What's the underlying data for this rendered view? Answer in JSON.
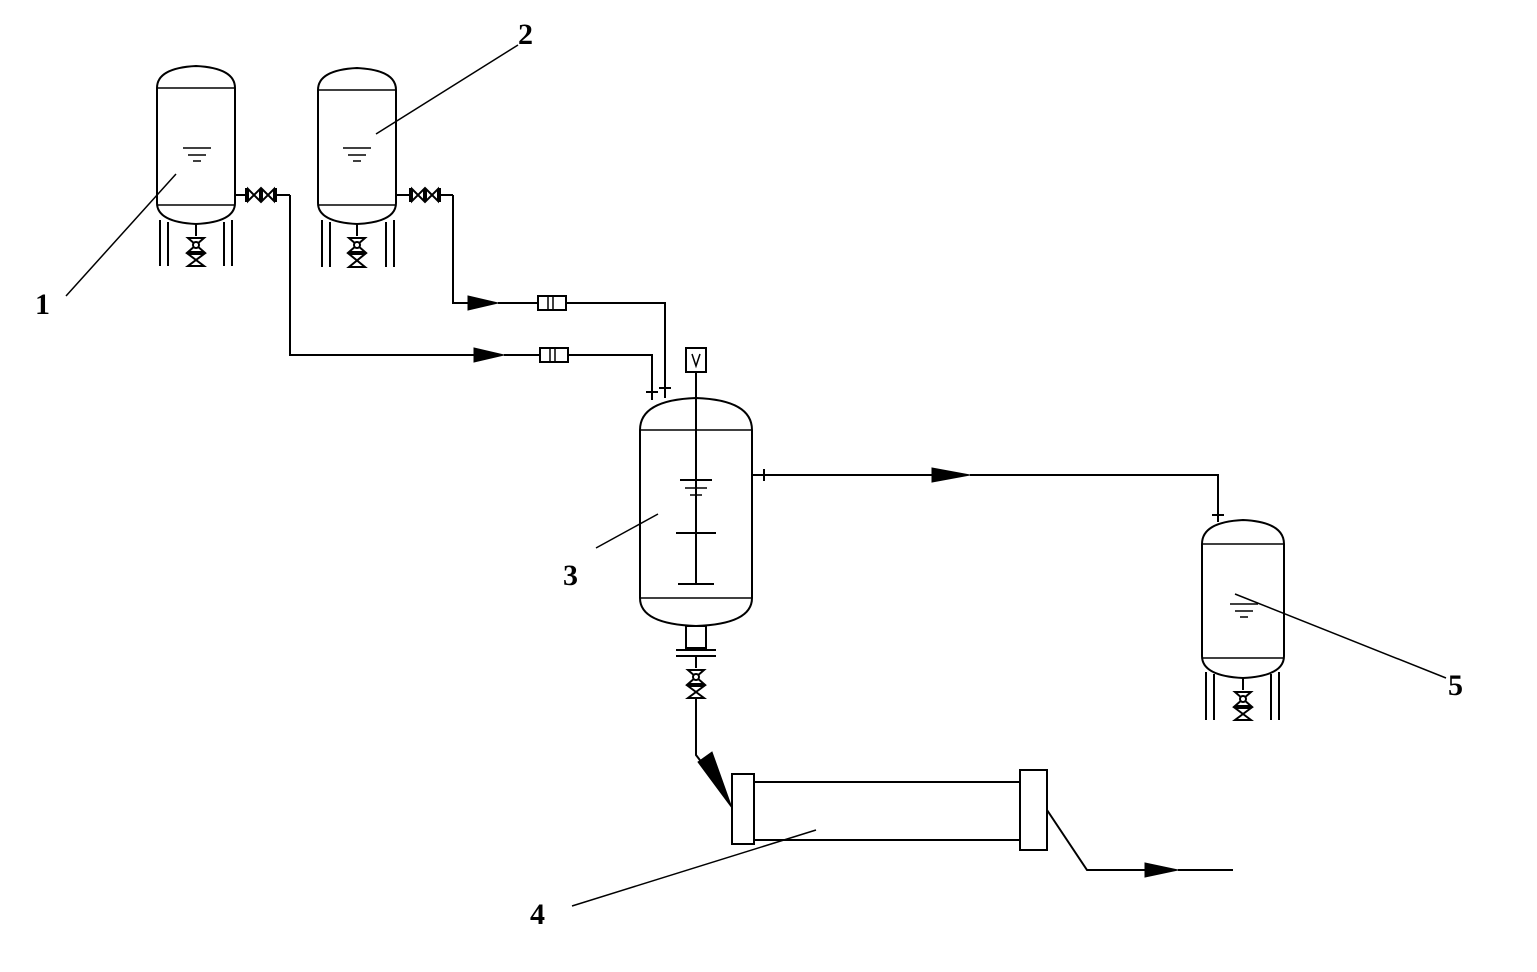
{
  "labels": {
    "tank_1": "1",
    "tank_2": "2",
    "reactor_3": "3",
    "column_4": "4",
    "tank_5": "5"
  }
}
